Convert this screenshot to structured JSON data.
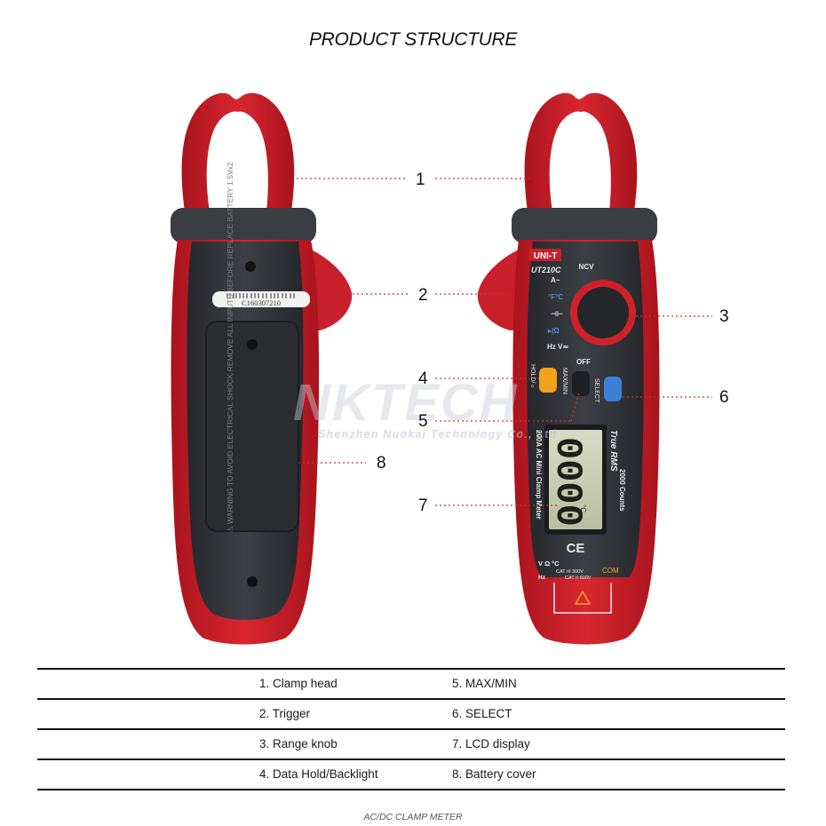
{
  "title": "PRODUCT STRUCTURE",
  "callouts": [
    "1",
    "2",
    "3",
    "4",
    "5",
    "6",
    "7",
    "8"
  ],
  "back_view": {
    "serial_label": "C160307210",
    "battery_cover_text": "⚠ WARNING TO AVOID ELECTRICAL SHOCK REMOVE ALL INPUTS BEFORE REPLACE BATTERY 1.5Vx2"
  },
  "front_view": {
    "brand": "UNI-T",
    "model": "UT210C",
    "dial_labels": [
      "NCV",
      "A~",
      "°F°C",
      "⊣⊢",
      "▸|Ω",
      "Hz V≂",
      "OFF"
    ],
    "button_labels": [
      "HOLD/☼",
      "MAX/MIN",
      "SELECT"
    ],
    "side_text_left": "200A AC Mini Clamp Meter",
    "side_text_right_1": "True RMS",
    "side_text_right_2": "2000 Counts",
    "lcd_digits": "0000",
    "lcd_unit": "°C",
    "ce_mark": "CE",
    "jack_labels": [
      "V Ω °C",
      "Hz",
      "CAT III 300V",
      "CAT II 600V",
      "COM"
    ]
  },
  "watermark": {
    "main": "NKTECH",
    "sub": "Shenzhen Nuokai Technology Co., Ltd"
  },
  "legend": [
    {
      "left": "1. Clamp head",
      "right": "5. MAX/MIN"
    },
    {
      "left": "2. Trigger",
      "right": "6. SELECT"
    },
    {
      "left": "3. Range knob",
      "right": "7. LCD display"
    },
    {
      "left": "4. Data Hold/Backlight",
      "right": "8. Battery cover"
    }
  ],
  "footer": "AC/DC  CLAMP METER",
  "colors": {
    "body_red": "#c8202a",
    "dark_grey": "#2e3136",
    "leader": "#c0392b",
    "hold_yellow": "#f3a21c",
    "select_blue": "#3a7fd5"
  }
}
